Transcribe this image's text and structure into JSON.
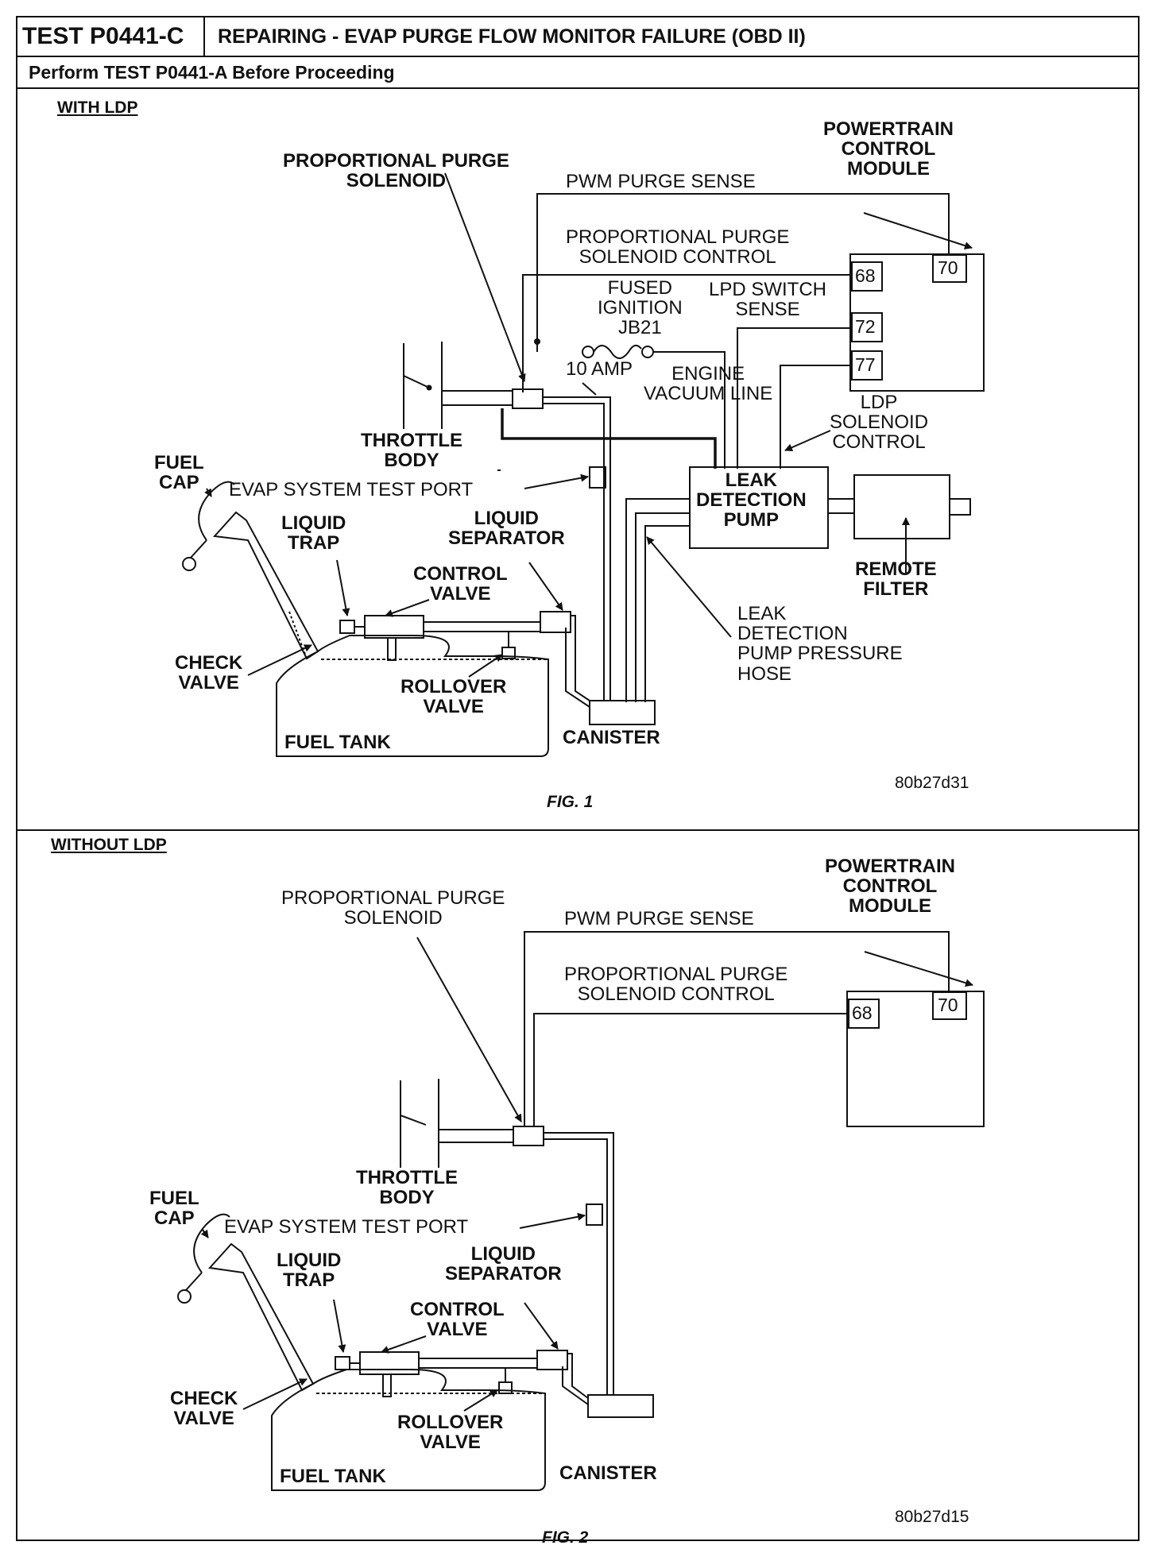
{
  "header": {
    "test_id": "TEST P0441-C",
    "title": "REPAIRING - EVAP PURGE FLOW MONITOR FAILURE (OBD II)",
    "subtitle": "Perform TEST P0441-A Before Proceeding"
  },
  "fig1": {
    "section_label": "WITH LDP",
    "pcm": "POWERTRAIN\nCONTROL\nMODULE",
    "pps": "PROPORTIONAL PURGE\nSOLENOID",
    "pwm_sense": "PWM PURGE SENSE",
    "pps_control": "PROPORTIONAL PURGE\nSOLENOID CONTROL",
    "fused": "FUSED\nIGNITION\nJB21",
    "amp": "10 AMP",
    "lpd_switch": "LPD SWITCH\nSENSE",
    "engine_vac": "ENGINE\nVACUUM LINE",
    "ldp_sol": "LDP\nSOLENOID\nCONTROL",
    "pins": [
      "70",
      "68",
      "72",
      "77"
    ],
    "throttle": "THROTTLE\nBODY",
    "fuel_cap": "FUEL\nCAP",
    "test_port": "EVAP SYSTEM TEST PORT",
    "ldp": "LEAK\nDETECTION\nPUMP",
    "liquid_trap": "LIQUID\nTRAP",
    "liquid_sep": "LIQUID\nSEPARATOR",
    "control_valve": "CONTROL\nVALVE",
    "remote_filter": "REMOTE\nFILTER",
    "check_valve": "CHECK\nVALVE",
    "rollover": "ROLLOVER\nVALVE",
    "ldp_hose": "LEAK\nDETECTION\nPUMP PRESSURE\nHOSE",
    "fuel_tank": "FUEL TANK",
    "canister": "CANISTER",
    "code": "80b27d31",
    "caption": "FIG. 1"
  },
  "fig2": {
    "section_label": "WITHOUT LDP",
    "pcm": "POWERTRAIN\nCONTROL\nMODULE",
    "pps": "PROPORTIONAL PURGE\nSOLENOID",
    "pwm_sense": "PWM PURGE SENSE",
    "pps_control": "PROPORTIONAL PURGE\nSOLENOID CONTROL",
    "pins": [
      "70",
      "68"
    ],
    "throttle": "THROTTLE\nBODY",
    "fuel_cap": "FUEL\nCAP",
    "test_port": "EVAP SYSTEM TEST PORT",
    "liquid_trap": "LIQUID\nTRAP",
    "liquid_sep": "LIQUID\nSEPARATOR",
    "control_valve": "CONTROL\nVALVE",
    "check_valve": "CHECK\nVALVE",
    "rollover": "ROLLOVER\nVALVE",
    "fuel_tank": "FUEL TANK",
    "canister": "CANISTER",
    "code": "80b27d15",
    "caption": "FIG. 2"
  }
}
